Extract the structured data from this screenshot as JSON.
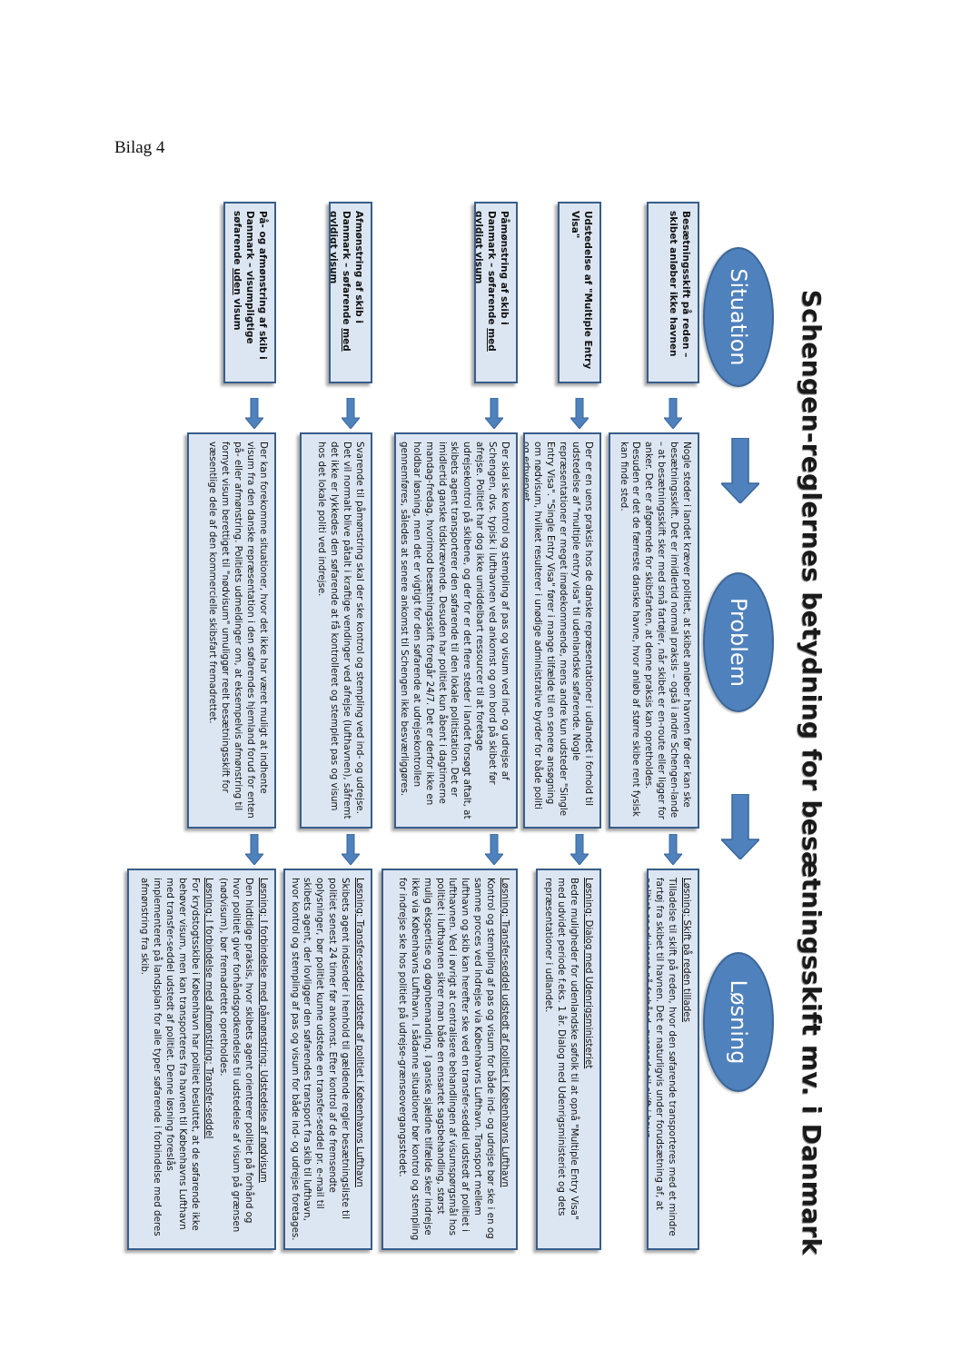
{
  "bilag": "Bilag 4",
  "title": "Schengen-reglernes betydning for besætningsskift mv. i Danmark",
  "headers": {
    "situation": "Situation",
    "problem": "Problem",
    "losning": "Løsning"
  },
  "rows": [
    {
      "situation": "Besætningsskift på reden – skibet anløber ikke havnen",
      "problem": "Nogle steder i landet kræver politiet, at skibet anløber havnen før der kan ske besætningsskift. Det er imidlertid normal praksis – også i andre Schengen-lande – at besætningsskift sker med små fartøjer, når skibet er en-route eller ligger for anker. Det er afgørende for skibsfarten, at denne praksis kan opretholdes. Desuden er det de færreste danske havne, hvor anløb af større skibe rent fysisk kan finde sted.",
      "losning_heading": "Løsning: Skift på reden tillades",
      "losning": "Tilladelse til skift på reden, hvor den søfarende transporteres med et mindre fartøj fra skibet til havnen. Det er naturligvis under forudsætning af, at politiet er adviseret på forhånd, svarende til skift i havn."
    },
    {
      "situation": "Udstedelse af \"Multiple Entry Visa\"",
      "problem": "Der er en uens praksis hos de danske repræsentationer i udlandet i forhold til udstedelse af \"multiple entry visa\" til udenlandske søfarende. Nogle repræsentationer er meget imødekommende, mens andre kun udsteder \"Single Entry Visa\". \"Single Entry Visa\" fører i mange tilfælde til en senere ansøgning om nødvisum, hvilket resulterer i unødige administrative byrder for både politi og erhvervet.",
      "losning_heading": "Løsning: Dialog med Udenrigsministeriet",
      "losning": "Bedre muligheder for udenlandske søfolk til at opnå \"Multiple Entry Visa\" med udvidet periode f.eks. 1 år. Dialog med Udenrigsministeriet og dets repræsentationer i udlandet."
    },
    {
      "situation": "Påmønstring af skib i Danmark – søfarende med gyldigt visum",
      "situation_underline": "med",
      "problem": "Der skal ske kontrol og stempling af pas og visum ved ind- og udrejse af Schengen, dvs. typisk i lufthavnen ved ankomst og om bord på skibet før afrejse. Politiet har dog ikke umiddelbart ressourcer til at foretage udrejsekontrol på skibene, og der for er det flere steder i landet forsøgt aftalt, at skibets agent transporterer den søfarende til den lokale politistation. Det er imidlertid ganske tidskrævende. Desuden har politiet kun åbent i dagtimerne mandag-fredag, hvorimod besætningsskift foregår 24/7. Det er derfor ikke en holdbar løsning, men det er vigtigt for den søfarende at udrejsekontrollen gennemføres, således at senere ankomst til Schengen ikke besværliggøres.",
      "losning_heading": "Løsning: Transfer-seddel udstedt af politiet i Københavns Lufthavn",
      "losning": "Kontrol og stempling af pas og visum for både ind- og udrejse bør ske i en og samme proces ved indrejse via Københavns Lufthavn. Transport mellem lufthavn og skib kan herefter ske ved en transfer-seddel udstedt af politiet i lufthavnen. Ved i øvrigt at centralisere behandlingen af visumspørgsmål hos politiet i lufthavnen sikrer man både en ensartet sagsbehandling, størst mulig ekspertise og døgnbemanding. I ganske sjældne tilfælde sker indrejse ikke via Københavns Lufthavn. I sådanne situationer bør kontrol og stempling for indrejse ske hos politiet på udrejse-grænseovergangsstedet."
    },
    {
      "situation": "Afmønstring af skib i Danmark – søfarende med gyldigt visum",
      "situation_underline": "med",
      "problem": "Svarende til påmønstring skal der ske kontrol og stempling ved ind- og udrejse. Det vil normalt blive påtalt i kraftige vendinger ved afrejse (lufthavnen), såfremt det ikke er lykkedes den søfarende at få kontrolleret og stemplet pas og visum hos det lokale politi ved indrejse.",
      "losning_heading": "Løsning: Transfer-seddel udstedt af politiet i Københavns Lufthavn",
      "losning": "Skibets agent indsender i henhold til gældende regler besætningsliste til politiet senest 24 timer før ankomst. Efter kontrol af de fremsendte oplysninger, bør politiet kunne udstede en transfer-seddel pr. e-mail til skibets agent, der lovligger den søfarendes transport fra skib til lufthavn, hvor kontrol og stempling af pas og visum for både ind- og udrejse foretages."
    },
    {
      "situation": "På- og afmønstring af skib i Danmark – visumpligtige søfarende uden visum",
      "situation_underline": "uden",
      "problem": "Der kan forekomme situationer, hvor det ikke har været muligt at indhente visum fra den danske repræsentation i den søfarendes hjemland forud for enten på- eller afmønstring. Politiets udmeldinger om, at eksempelvis afmønstring til fornyet visum berettiget til \"nødvisum\" umuliggør reelt besætningsskift for væsentlige dele af den kommercielle skibsfart fremadrettet.",
      "losning_heading": "Løsning: I forbindelse med påmønstring: Udstedelse af nødvisum",
      "losning": "Den hidtidige praksis, hvor skibets agent orienterer politiet på forhånd og hvor politiet giver forhåndsgodkendelse til udstedelse af visum på grænsen (nødvisum), bør fremadrettet opretholdes.",
      "losning_heading2": "Løsning: I forbindelse med afmønstring: Transfer-seddel",
      "losning2": "For krydstogtsskibe i København har politiet besluttet, at de søfarende ikke behøver visum, men kan transporteres fra havnen til Københavns Lufthavn med transfer-seddel udstedt af politiet. Denne løsning foreslås implementeret på landsplan for alle typer søfarende i forbindelse med deres afmønstring fra skib."
    }
  ],
  "colors": {
    "ellipse_fill": "#4f81bd",
    "box_fill": "#dce6f2",
    "box_border": "#385d8a"
  }
}
